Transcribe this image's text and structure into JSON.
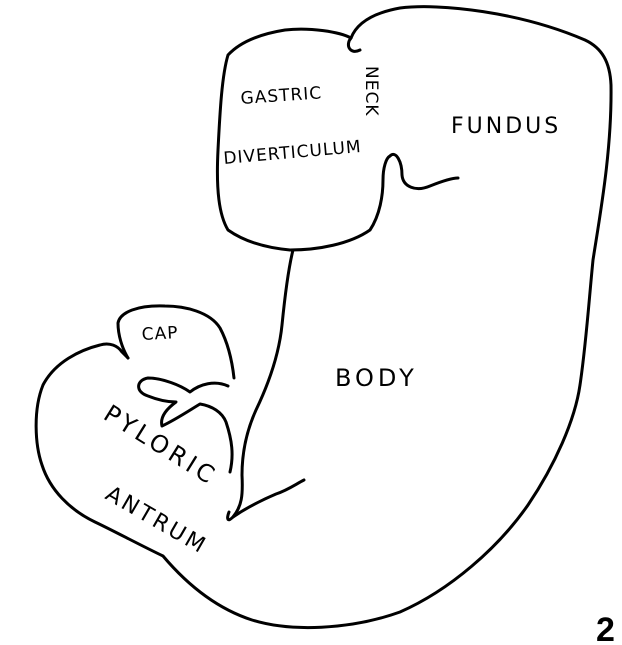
{
  "labels": {
    "gastric": "GASTRIC",
    "diverticulum": "DIVERTICULUM",
    "neck": "NECK",
    "fundus": "FUNDUS",
    "cap": "CAP",
    "body": "BODY",
    "pyloric": "PYLORIC",
    "antrum": "ANTRUM"
  },
  "figure_number": "2"
}
